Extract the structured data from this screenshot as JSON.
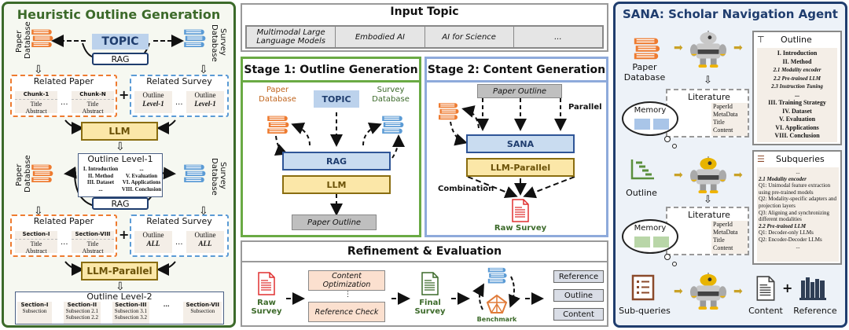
{
  "left_panel": {
    "title": "Heuristic Outline Generation",
    "paper_database": "Paper Database",
    "survey_database": "Survey Database",
    "topic": "TOPIC",
    "rag": "RAG",
    "related_paper_1": {
      "title": "Related Paper",
      "cards": [
        {
          "head": "Chunk-1",
          "l1": "Title",
          "l2": "Abstract"
        },
        {
          "head": "Chunk-N",
          "l1": "Title",
          "l2": "Abstract"
        }
      ]
    },
    "related_survey_1": {
      "title": "Related Survey",
      "cards": [
        {
          "l1": "Outline",
          "l2": "Level-1"
        },
        {
          "l1": "Outline",
          "l2": "Level-1"
        }
      ]
    },
    "llm": "LLM",
    "outline_level1": {
      "title": "Outline Level-1",
      "left_items": [
        "I. Introduction",
        "II. Method",
        "III. Dataset",
        "..."
      ],
      "right_items": [
        "...",
        "V. Evaluation",
        "VI. Applications",
        "VIII. Conclusion"
      ]
    },
    "rag2": "RAG",
    "related_paper_2": {
      "title": "Related Paper",
      "cards": [
        {
          "head": "Section-I",
          "l1": "Title",
          "l2": "Abstract"
        },
        {
          "head": "Section-VIII",
          "l1": "Title",
          "l2": "Abstract"
        }
      ]
    },
    "related_survey_2": {
      "title": "Related Survey",
      "cards": [
        {
          "l1": "Outline",
          "l2": "ALL"
        },
        {
          "l1": "Outline",
          "l2": "ALL"
        }
      ]
    },
    "llm_parallel": "LLM-Parallel",
    "outline_level2": {
      "title": "Outline Level-2",
      "sections": [
        {
          "head": "Section-I",
          "subs": [
            "Subsection"
          ]
        },
        {
          "head": "Section-II",
          "subs": [
            "Subsection 2.1",
            "Subsection 2.2"
          ]
        },
        {
          "head": "Section-III",
          "subs": [
            "Subsection 3.1",
            "Subsection 3.2"
          ]
        },
        {
          "head": "...",
          "subs": []
        },
        {
          "head": "Section-VII",
          "subs": [
            "Subsection"
          ]
        }
      ]
    },
    "ellipsis": "...",
    "plus": "+"
  },
  "input_topic": {
    "title": "Input Topic",
    "topics": [
      "Multimodal Large Language Models",
      "Embodied AI",
      "AI for Science",
      "..."
    ]
  },
  "stage1": {
    "title": "Stage 1: Outline Generation",
    "paper_database": "Paper Database",
    "survey_database": "Survey Database",
    "topic": "TOPIC",
    "rag": "RAG",
    "llm": "LLM",
    "paper_outline": "Paper Outline"
  },
  "stage2": {
    "title": "Stage 2: Content Generation",
    "paper_outline": "Paper Outline",
    "parallel": "Parallel",
    "sana": "SANA",
    "llm_parallel": "LLM-Parallel",
    "combination": "Combination",
    "raw_survey": "Raw Survey"
  },
  "refinement": {
    "title": "Refinement & Evaluation",
    "raw_survey": "Raw Survey",
    "content_optimization": "Content Optimization",
    "vdots": "⋮",
    "reference_check": "Reference Check",
    "final_survey": "Final Survey",
    "benchmark": "Benchmark",
    "metrics": [
      "Reference",
      "Outline",
      "Content"
    ]
  },
  "right_panel": {
    "title": "SANA: Scholar Navigation Agent",
    "paper_database": "Paper Database",
    "outline_label": "Outline",
    "subqueries_label": "Sub-queries",
    "memory": "Memory",
    "literature": "Literature",
    "lit_fields": [
      "PaperId",
      "MetaData",
      "Title",
      "Content"
    ],
    "outline_box": {
      "title": "Outline",
      "items": [
        {
          "t": "I. Introduction",
          "s": "b"
        },
        {
          "t": "II. Method",
          "s": "b"
        },
        {
          "t": "2.1 Modality encoder",
          "s": "i"
        },
        {
          "t": "2.2 Pre-trained LLM",
          "s": "i"
        },
        {
          "t": "2.3 Instruction Tuning",
          "s": "i"
        },
        {
          "t": "...",
          "s": "b"
        },
        {
          "t": "III. Training Strategy",
          "s": "b"
        },
        {
          "t": "IV. Dataset",
          "s": "b"
        },
        {
          "t": "V. Evaluation",
          "s": "b"
        },
        {
          "t": "VI. Applications",
          "s": "b"
        },
        {
          "t": "VIII. Conclusion",
          "s": "b"
        }
      ]
    },
    "subqueries_box": {
      "title": "Subqueries",
      "items": [
        {
          "t": "...",
          "s": "c"
        },
        {
          "t": "2.1 Modality encoder",
          "s": "i"
        },
        {
          "t": "Q1: Unimodal feature extraction using pre-trained models",
          "s": "n"
        },
        {
          "t": "Q2: Modality-specific adapters and projection layers",
          "s": "n"
        },
        {
          "t": "Q3: Aligning and synchronizing different modalities",
          "s": "n"
        },
        {
          "t": "2.2 Pre-trained LLM",
          "s": "i"
        },
        {
          "t": "Q1: Decoder-only LLMs",
          "s": "n"
        },
        {
          "t": "Q2: Encoder-Decoder LLMs",
          "s": "n"
        },
        {
          "t": "...",
          "s": "c"
        }
      ]
    },
    "content": "Content",
    "reference": "Reference",
    "plus": "+"
  },
  "colors": {
    "left_border": "#3c6a2a",
    "right_border": "#1f3d6e",
    "stage1_border": "#6aaa44",
    "stage2_border": "#8eaadb",
    "paper_orange": "#ee7b30",
    "survey_blue": "#5b9bd5",
    "llm_yellow": "#fbe7a8"
  }
}
